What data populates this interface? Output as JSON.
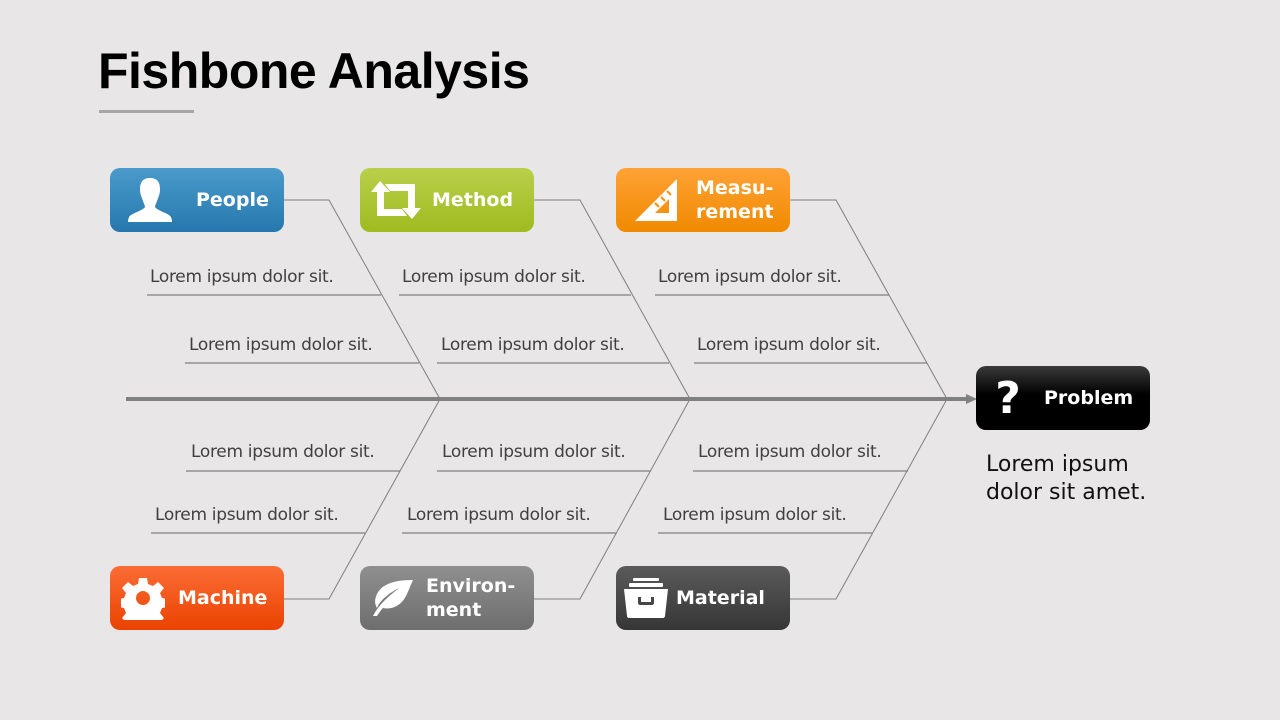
{
  "slide": {
    "title": "Fishbone Analysis",
    "background": "#e8e6e7"
  },
  "categories": {
    "people": {
      "label": "People",
      "icon": "person-silhouette-icon",
      "color": "#2e86be"
    },
    "method": {
      "label": "Method",
      "icon": "retweet-arrows-icon",
      "color": "#a9c22c"
    },
    "measurement": {
      "label": "Measu-\nrement",
      "icon": "set-square-ruler-icon",
      "color": "#f7900d"
    },
    "machine": {
      "label": "Machine",
      "icon": "gear-icon",
      "color": "#f45414"
    },
    "environment": {
      "label": "Environ-\nment",
      "icon": "leaf-icon",
      "color": "#7c7c7c"
    },
    "material": {
      "label": "Material",
      "icon": "archive-box-icon",
      "color": "#3f3f3f"
    }
  },
  "causes": {
    "people": [
      "Lorem ipsum dolor sit.",
      "Lorem ipsum dolor sit."
    ],
    "method": [
      "Lorem ipsum dolor sit.",
      "Lorem ipsum dolor sit."
    ],
    "measurement": [
      "Lorem ipsum dolor sit.",
      "Lorem ipsum dolor sit."
    ],
    "machine": [
      "Lorem ipsum dolor sit.",
      "Lorem ipsum dolor sit."
    ],
    "environment": [
      "Lorem ipsum dolor sit.",
      "Lorem ipsum dolor sit."
    ],
    "material": [
      "Lorem ipsum dolor sit.",
      "Lorem ipsum dolor sit."
    ]
  },
  "problem": {
    "label": "Problem",
    "icon": "question-mark-icon",
    "description": "Lorem ipsum dolor sit amet."
  },
  "colors": {
    "spine": "#808080",
    "bones": "#7f7f7f",
    "cause_text": "#404040"
  }
}
